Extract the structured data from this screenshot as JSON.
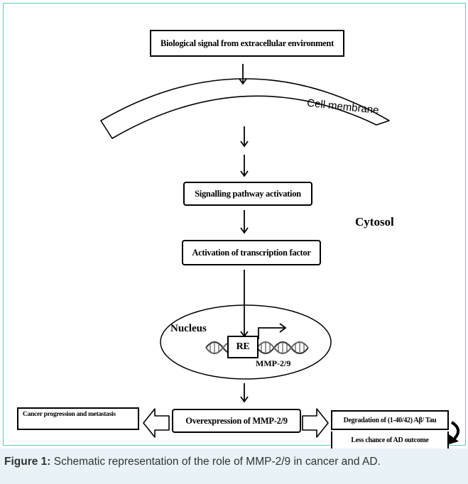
{
  "diagram": {
    "signal_box": "Biological signal from extracellular environment",
    "cell_membrane": "Cell membrane",
    "signalling_box": "Signalling pathway activation",
    "cytosol": "Cytosol",
    "transcription_box": "Activation of transcription factor",
    "nucleus": "Nucleus",
    "re_box": "RE",
    "gene_label": "MMP-2/9",
    "overexpression_box": "Overexpression of MMP-2/9",
    "cancer_box": "Cancer progression and metastasis",
    "degradation_box": "Degradation of (1-40/42) Aβ/ Tau",
    "ad_box": "Less chance of AD outcome"
  },
  "caption": {
    "label": "Figure 1:",
    "text": " Schematic representation of the role of MMP-2/9 in cancer and AD."
  }
}
